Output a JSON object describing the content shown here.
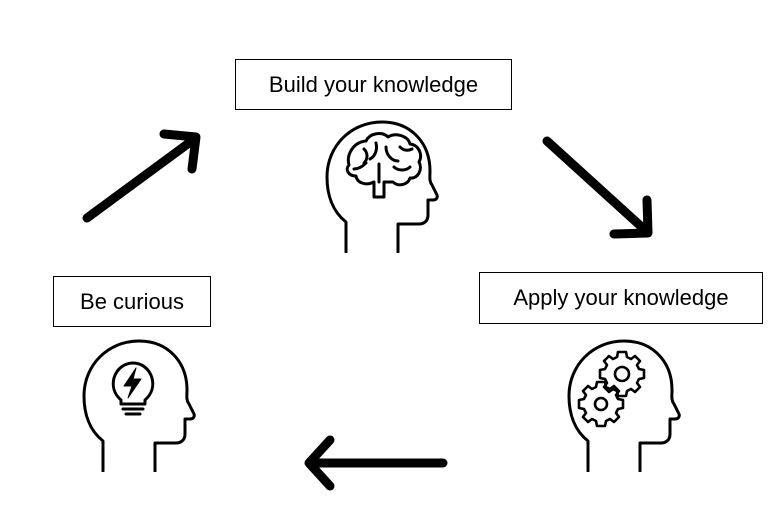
{
  "steps": {
    "build": {
      "label": "Build your knowledge",
      "icon": "brain-head-icon"
    },
    "apply": {
      "label": "Apply your knowledge",
      "icon": "gears-head-icon"
    },
    "curious": {
      "label": "Be curious",
      "icon": "lightbulb-head-icon"
    }
  },
  "colors": {
    "stroke": "#000000",
    "background": "#ffffff"
  }
}
